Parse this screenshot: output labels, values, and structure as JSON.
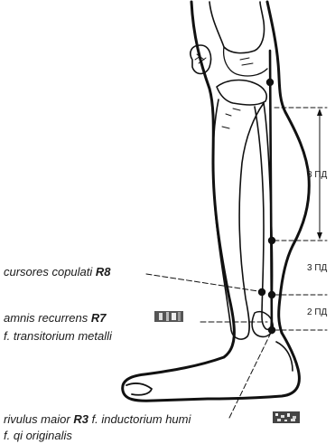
{
  "points": [
    {
      "name": "cursores copulati",
      "code": "R8",
      "note": ""
    },
    {
      "name": "amnis recurrens",
      "code": "R7",
      "note": "f. transitorium metalli"
    },
    {
      "name": "rivulus maior",
      "code": "R3",
      "note": "f. inductorium humi",
      "note2": "f. qi originalis"
    }
  ],
  "measures": [
    {
      "label": "8 ПД"
    },
    {
      "label": "3 ПД"
    },
    {
      "label": "2 ПД"
    }
  ]
}
